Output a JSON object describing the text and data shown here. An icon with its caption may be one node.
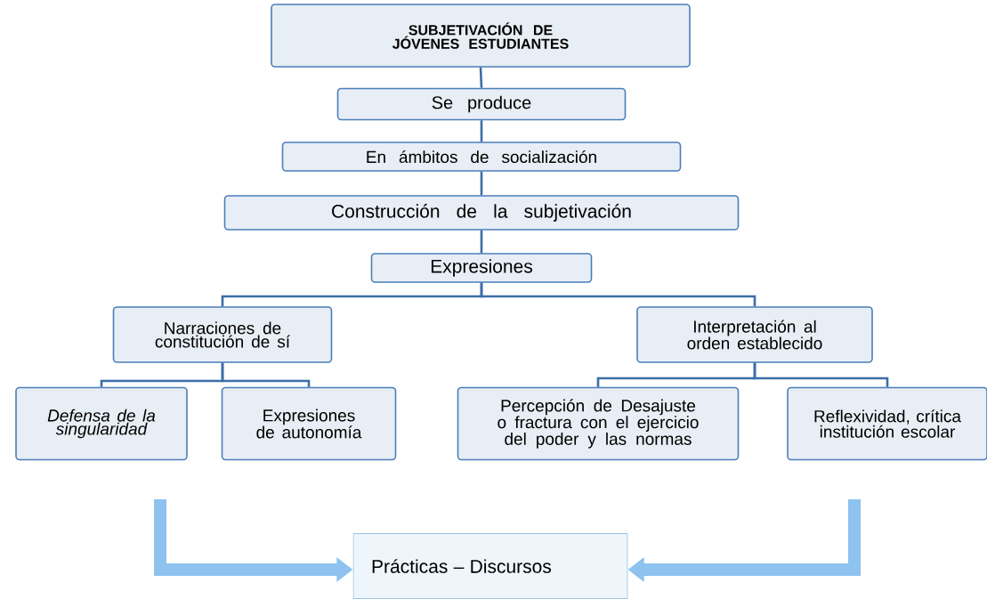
{
  "diagram": {
    "nodes": [
      {
        "text": [
          "SUBJETIVACIÓN DE JÓVENES ESTUDIANTES"
        ]
      },
      {
        "text": [
          "Se produce"
        ]
      },
      {
        "text": [
          "En ámbitos de socialización"
        ]
      },
      {
        "text": [
          "Construcción de la subjetivación"
        ]
      },
      {
        "text": [
          "Expresiones"
        ]
      },
      {
        "text": [
          "Narraciones de constitución de sí"
        ]
      },
      {
        "text": [
          "Interpretación al orden establecido"
        ]
      },
      {
        "text": [
          "Defensa de la singularidad"
        ]
      },
      {
        "text": [
          "Expresiones de autonomía"
        ]
      },
      {
        "text": [
          "Percepción de Desajuste o fractura con el ejercicio del poder y las normas"
        ]
      },
      {
        "text": [
          "Reflexividad, crítica institución escolar"
        ]
      },
      {
        "text": [
          "Prácticas – Discursos"
        ]
      }
    ],
    "edges": [
      {
        "from": 0,
        "to": 1,
        "arrow": "none"
      },
      {
        "from": 1,
        "to": 2,
        "arrow": "none"
      },
      {
        "from": 2,
        "to": 3,
        "arrow": "none"
      },
      {
        "from": 3,
        "to": 4,
        "arrow": "none"
      },
      {
        "from": 4,
        "to": 5,
        "arrow": "none"
      },
      {
        "from": 4,
        "to": 6,
        "arrow": "none"
      },
      {
        "from": 5,
        "to": 7,
        "arrow": "none"
      },
      {
        "from": 5,
        "to": 8,
        "arrow": "none"
      },
      {
        "from": 6,
        "to": 9,
        "arrow": "none"
      },
      {
        "from": 6,
        "to": 10,
        "arrow": "none"
      },
      {
        "from": 7,
        "to": 11,
        "arrow": "to",
        "style": "thick",
        "color": "#8ec2ef"
      },
      {
        "from": 10,
        "to": 11,
        "arrow": "to",
        "style": "thick",
        "color": "#8ec2ef"
      }
    ]
  }
}
